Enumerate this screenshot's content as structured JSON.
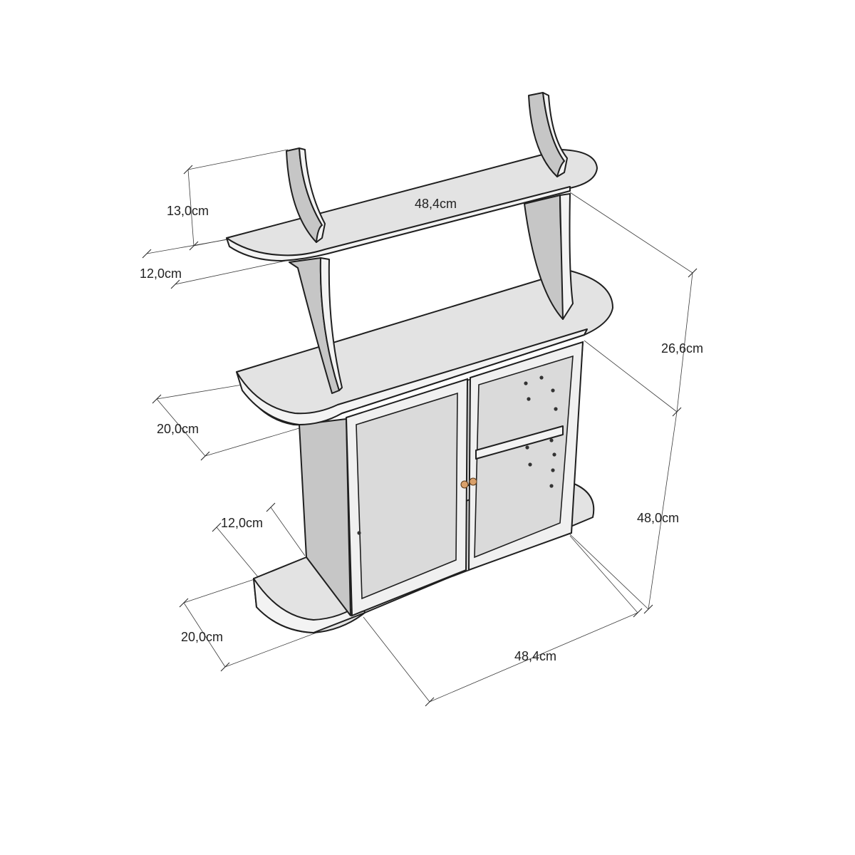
{
  "labels": {
    "top_shelf_height": "13,0cm",
    "top_shelf_depth": "12,0cm",
    "top_shelf_width": "48,4cm",
    "mid_shelf_depth": "20,0cm",
    "upper_height": "26,6cm",
    "total_height": "48,0cm",
    "cabinet_depth": "12,0cm",
    "base_depth": "20,0cm",
    "base_width": "48,4cm"
  },
  "colors": {
    "knob": "#d9a06a"
  }
}
